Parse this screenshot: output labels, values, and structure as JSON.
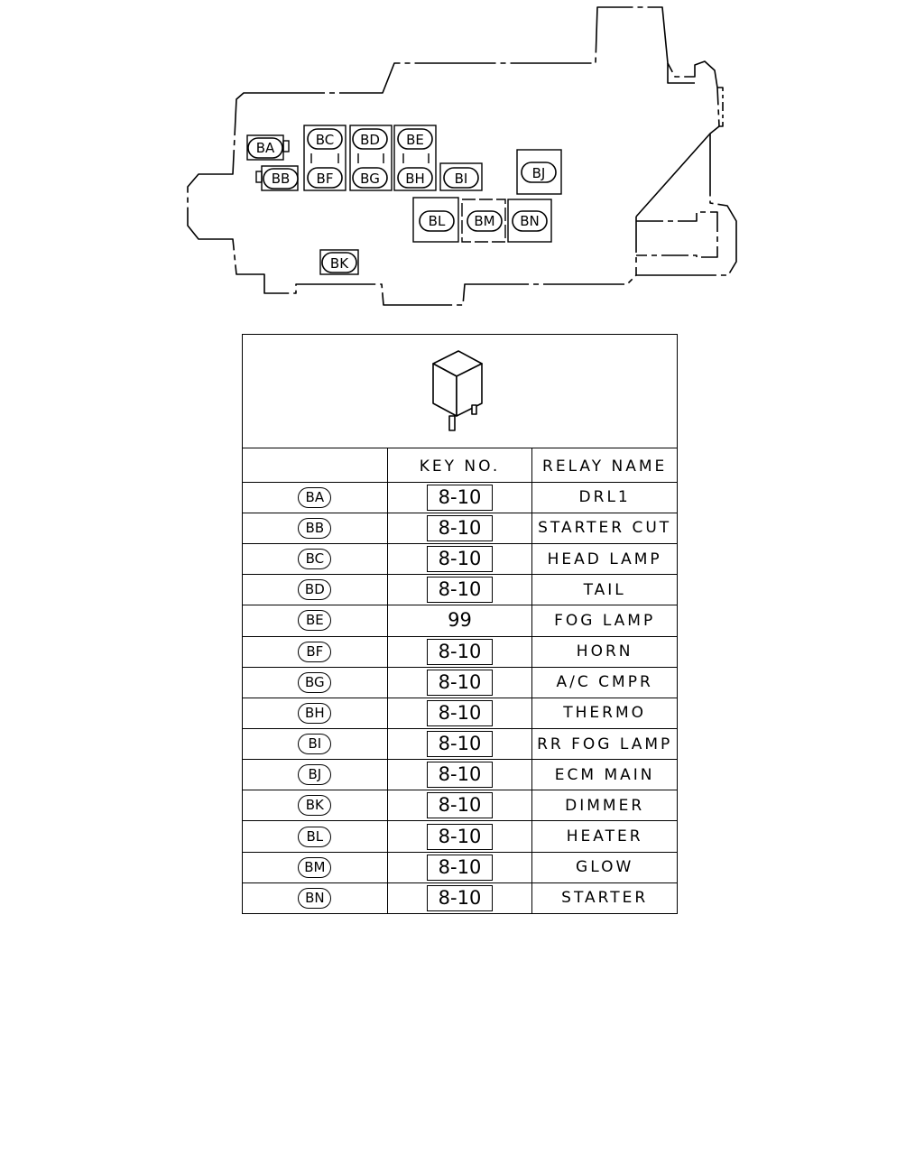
{
  "diagram": {
    "relay_labels": [
      "BA",
      "BB",
      "BC",
      "BD",
      "BE",
      "BF",
      "BG",
      "BH",
      "BI",
      "BJ",
      "BK",
      "BL",
      "BM",
      "BN"
    ]
  },
  "table": {
    "header": {
      "key_no": "KEY NO.",
      "relay_name": "RELAY NAME"
    },
    "rows": [
      {
        "id": "BA",
        "key": "8-10",
        "boxed": true,
        "name": "DRL1"
      },
      {
        "id": "BB",
        "key": "8-10",
        "boxed": true,
        "name": "STARTER CUT"
      },
      {
        "id": "BC",
        "key": "8-10",
        "boxed": true,
        "name": "HEAD LAMP"
      },
      {
        "id": "BD",
        "key": "8-10",
        "boxed": true,
        "name": "TAIL"
      },
      {
        "id": "BE",
        "key": "99",
        "boxed": false,
        "name": "FOG LAMP"
      },
      {
        "id": "BF",
        "key": "8-10",
        "boxed": true,
        "name": "HORN"
      },
      {
        "id": "BG",
        "key": "8-10",
        "boxed": true,
        "name": "A/C CMPR"
      },
      {
        "id": "BH",
        "key": "8-10",
        "boxed": true,
        "name": "THERMO"
      },
      {
        "id": "BI",
        "key": "8-10",
        "boxed": true,
        "name": "RR FOG LAMP"
      },
      {
        "id": "BJ",
        "key": "8-10",
        "boxed": true,
        "name": "ECM MAIN"
      },
      {
        "id": "BK",
        "key": "8-10",
        "boxed": true,
        "name": "DIMMER"
      },
      {
        "id": "BL",
        "key": "8-10",
        "boxed": true,
        "name": "HEATER"
      },
      {
        "id": "BM",
        "key": "8-10",
        "boxed": true,
        "name": "GLOW"
      },
      {
        "id": "BN",
        "key": "8-10",
        "boxed": true,
        "name": "STARTER"
      }
    ]
  }
}
